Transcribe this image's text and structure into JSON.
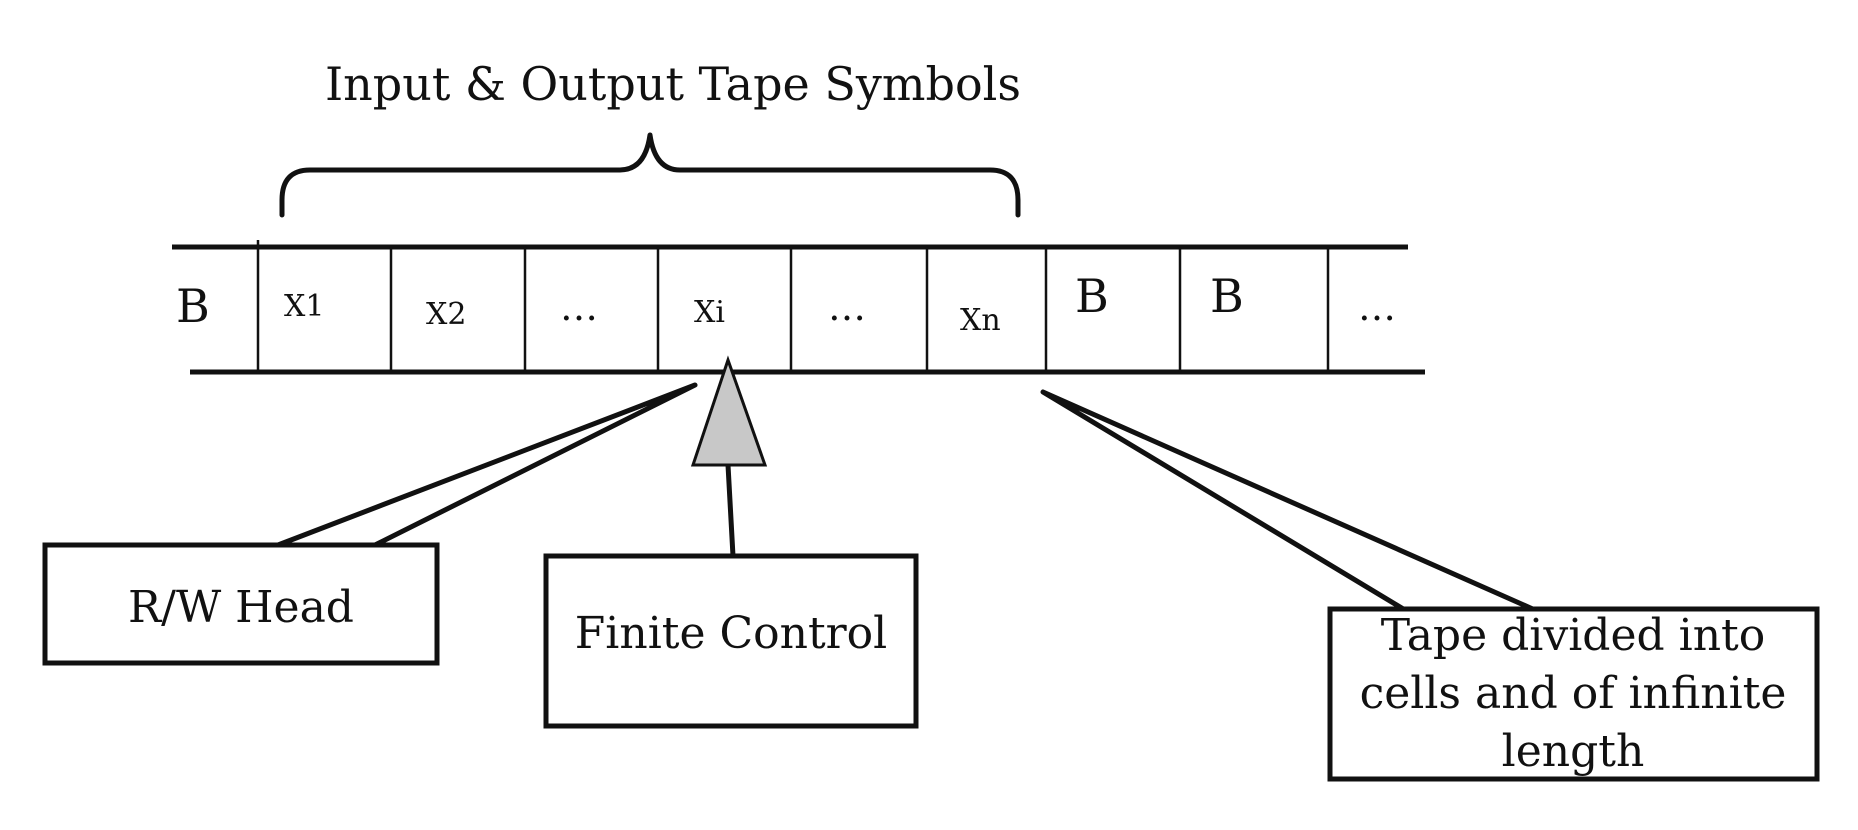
{
  "diagram": {
    "title": "Input  & Output Tape Symbols",
    "cells": [
      {
        "id": "b-left",
        "label": "B"
      },
      {
        "id": "x1",
        "label": "X1"
      },
      {
        "id": "x2",
        "label": "X2"
      },
      {
        "id": "ellipsis-1",
        "label": "…"
      },
      {
        "id": "xi",
        "label": "Xi"
      },
      {
        "id": "ellipsis-2",
        "label": "…"
      },
      {
        "id": "xn",
        "label": "Xn"
      },
      {
        "id": "b-right-1",
        "label": "B"
      },
      {
        "id": "b-right-2",
        "label": "B"
      },
      {
        "id": "ellipsis-3",
        "label": "…"
      }
    ],
    "labels": {
      "rw_head": "R/W Head",
      "finite_control": "Finite Control",
      "tape_note_line1": "Tape divided into",
      "tape_note_line2": "cells and of infinite",
      "tape_note_line3": "length"
    }
  }
}
